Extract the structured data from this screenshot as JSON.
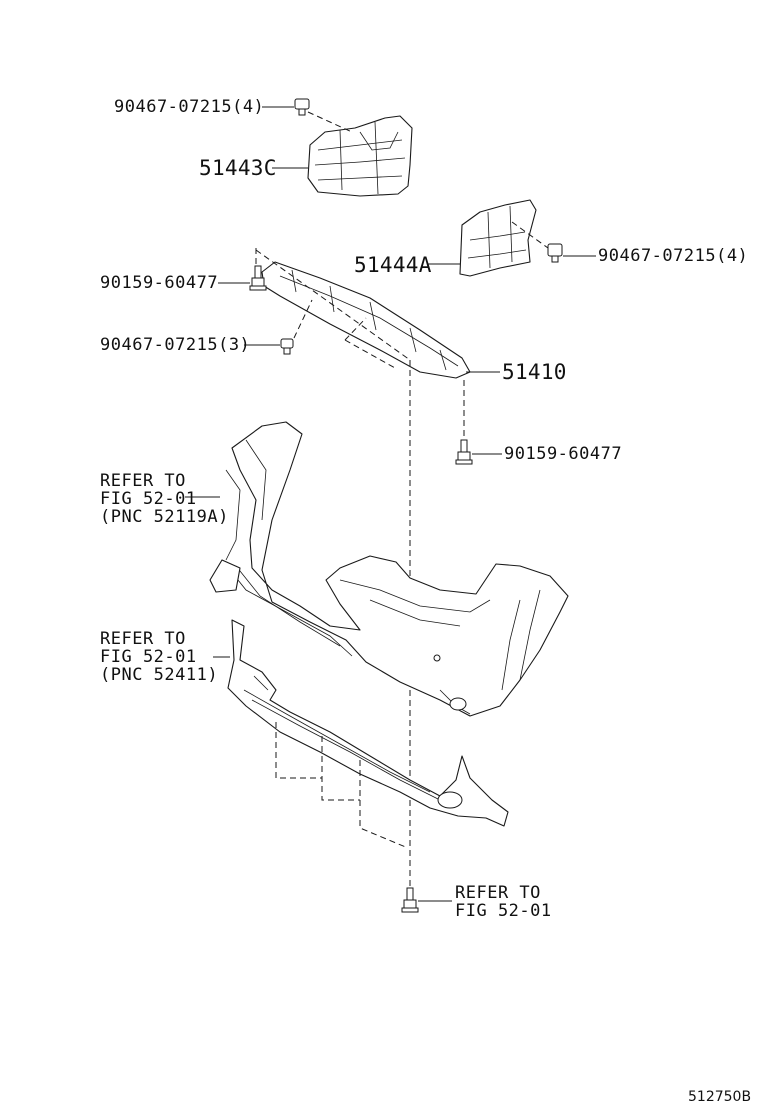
{
  "callouts": {
    "clip_top": "90467-07215(4)",
    "cover_51443c": "51443C",
    "cover_51444a": "51444A",
    "clip_right": "90467-07215(4)",
    "bolt_left": "90159-60477",
    "clip_left": "90467-07215(3)",
    "cover_51410": "51410",
    "bolt_right": "90159-60477"
  },
  "references": {
    "bumper_cover": [
      "REFER TO",
      "FIG 52-01",
      "(PNC 52119A)"
    ],
    "lower_absorber": [
      "REFER TO",
      "FIG 52-01",
      "(PNC 52411)"
    ],
    "bottom_screw": [
      "REFER TO",
      "FIG 52-01"
    ]
  },
  "diagram_code": "512750B"
}
